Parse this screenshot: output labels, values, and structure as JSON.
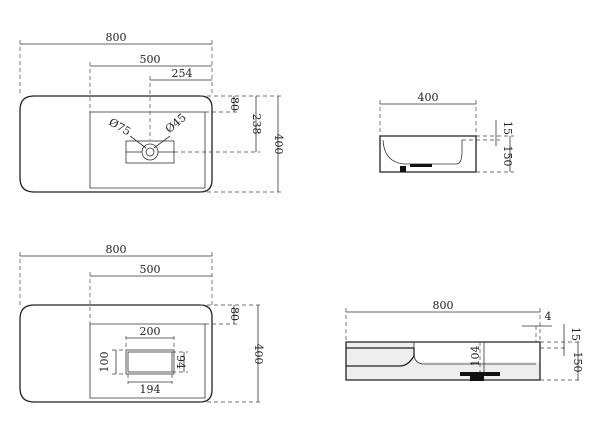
{
  "top_view_1": {
    "overall_width": "800",
    "bowl_width": "500",
    "hole_offset": "254",
    "top_margin": "80",
    "hole_depth": "238",
    "overall_depth": "400",
    "drain_diameter": "Ø75",
    "tap_hole_diameter": "Ø45"
  },
  "side_view_1": {
    "width": "400",
    "rim": "15",
    "height": "150"
  },
  "top_view_2": {
    "overall_width": "800",
    "bowl_width": "500",
    "top_margin": "80",
    "overall_depth": "400",
    "slot_width": "200",
    "slot_inner_width": "194",
    "slot_height": "100",
    "slot_inner_height": "94"
  },
  "front_view_2": {
    "width": "800",
    "rim_offset": "4",
    "rim": "15",
    "height": "150",
    "inner_depth": "104"
  }
}
